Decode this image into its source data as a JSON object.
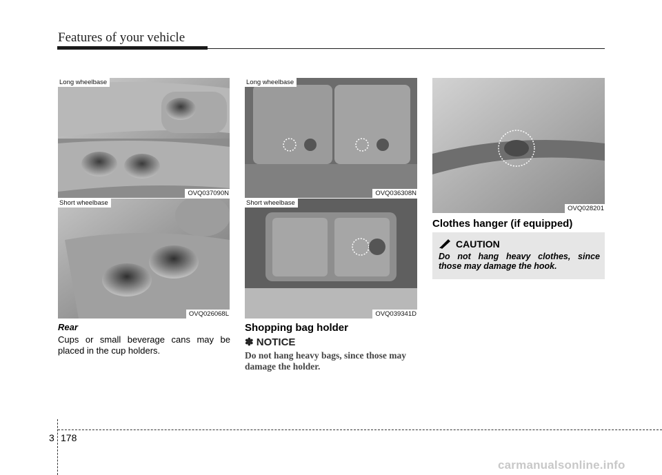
{
  "header": {
    "title": "Features of your vehicle"
  },
  "figures": {
    "cup_long": {
      "tag": "Long wheelbase",
      "code": "OVQ037090N"
    },
    "cup_short": {
      "tag": "Short wheelbase",
      "code": "OVQ026068L"
    },
    "bag_long": {
      "tag": "Long wheelbase",
      "code": "OVQ036308N"
    },
    "bag_short": {
      "tag": "Short wheelbase",
      "code": "OVQ039341D"
    },
    "hanger": {
      "code": "OVQ028201"
    }
  },
  "rear": {
    "subhead": "Rear",
    "body": "Cups or small beverage cans may be placed in the cup holders."
  },
  "shopping": {
    "heading": "Shopping bag holder",
    "notice_title": "✽ NOTICE",
    "notice_body": "Do not hang heavy bags, since those may damage the holder."
  },
  "hanger_section": {
    "heading": "Clothes hanger (if equipped)",
    "caution_title": "CAUTION",
    "caution_body": "Do not hang heavy clothes, since those may damage the hook."
  },
  "footer": {
    "chapter": "3",
    "page": "178",
    "watermark": "carmanualsonline.info"
  },
  "icons": {
    "caution": "pencil-warning-icon"
  }
}
